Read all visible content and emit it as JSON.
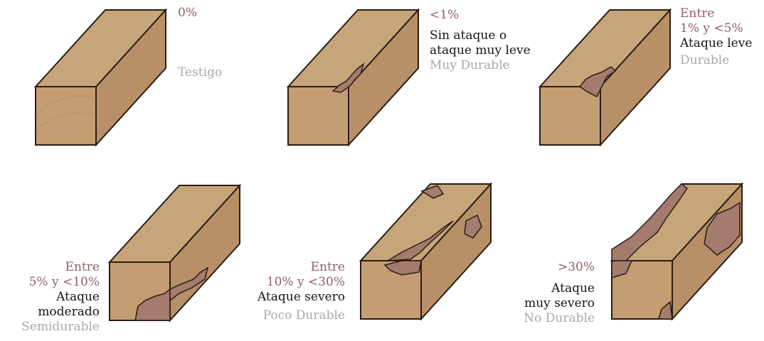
{
  "panels": [
    {
      "id": "p1",
      "pct": [
        "0%"
      ],
      "desc": [],
      "cls": "Testigo"
    },
    {
      "id": "p2",
      "pct": [
        "<1%"
      ],
      "desc": [
        "Sin ataque o",
        "ataque muy leve"
      ],
      "cls": "Muy Durable"
    },
    {
      "id": "p3",
      "pct": [
        "Entre",
        "1% y <5%"
      ],
      "desc": [
        "Ataque leve"
      ],
      "cls": "Durable"
    },
    {
      "id": "p4",
      "pct": [
        "Entre",
        "5% y <10%"
      ],
      "desc": [
        "Ataque",
        "moderado"
      ],
      "cls": "Semidurable"
    },
    {
      "id": "p5",
      "pct": [
        "Entre",
        "10% y <30%"
      ],
      "desc": [
        "Ataque severo"
      ],
      "cls": "Poco Durable"
    },
    {
      "id": "p6",
      "pct": [
        ">30%"
      ],
      "desc": [
        "Ataque",
        "muy severo"
      ],
      "cls": "No Durable"
    }
  ],
  "colors": {
    "wood_top": "#c7a57a",
    "wood_side": "#b89068",
    "wood_front": "#c49d72",
    "decay": "#a47b6c",
    "outline": "#2a1d14",
    "pct_text": "#8e6266",
    "desc_text": "#151515",
    "class_text": "#a9a9a9"
  }
}
